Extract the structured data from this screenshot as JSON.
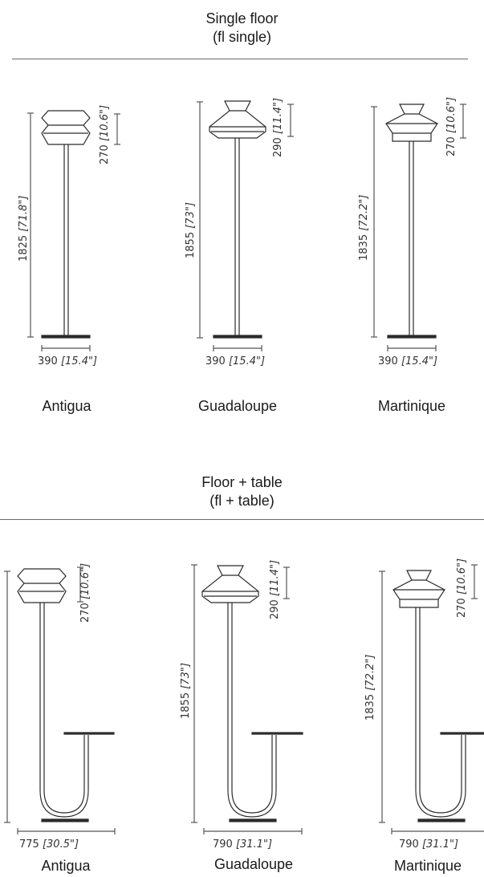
{
  "sections": [
    {
      "title_line1": "Single floor",
      "title_line2": "(fl single)",
      "lamps": [
        {
          "name": "Antigua",
          "height": "1825",
          "height_in": "[71.8\"]",
          "shade": "270",
          "shade_in": "[10.6\"]",
          "width": "390",
          "width_in": "[15.4\"]"
        },
        {
          "name": "Guadaloupe",
          "height": "1855",
          "height_in": "[73\"]",
          "shade": "290",
          "shade_in": "[11.4\"]",
          "width": "390",
          "width_in": "[15.4\"]"
        },
        {
          "name": "Martinique",
          "height": "1835",
          "height_in": "[72.2\"]",
          "shade": "270",
          "shade_in": "[10.6\"]",
          "width": "390",
          "width_in": "[15.4\"]"
        }
      ]
    },
    {
      "title_line1": "Floor + table",
      "title_line2": "(fl + table)",
      "lamps": [
        {
          "name": "Antigua",
          "shade": "270",
          "shade_in": "[10.6\"]",
          "width": "775",
          "width_in": "[30.5\"]"
        },
        {
          "name": "Guadaloupe",
          "height": "1855",
          "height_in": "[73\"]",
          "shade": "290",
          "shade_in": "[11.4\"]",
          "width": "790",
          "width_in": "[31.1\"]"
        },
        {
          "name": "Martinique",
          "height": "1835",
          "height_in": "[72.2\"]",
          "shade": "270",
          "shade_in": "[10.6\"]",
          "width": "790",
          "width_in": "[31.1\"]"
        }
      ]
    }
  ]
}
